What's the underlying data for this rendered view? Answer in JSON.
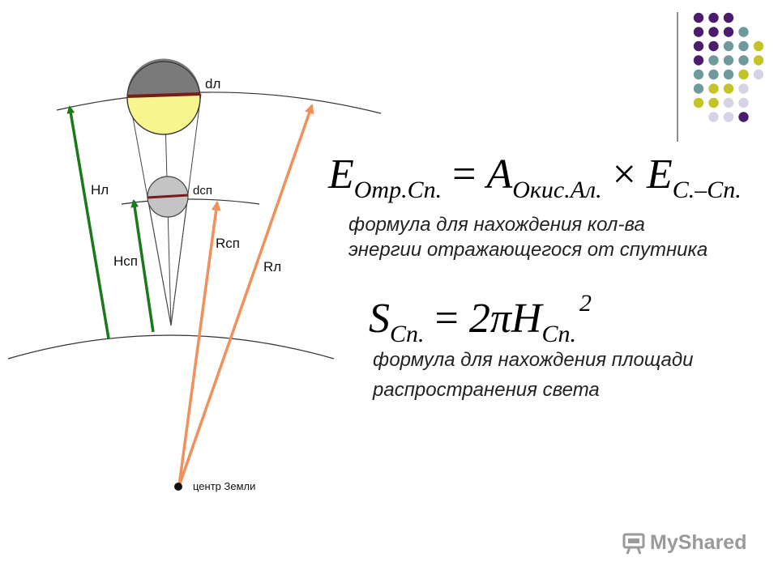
{
  "diagram": {
    "labels": {
      "d_l": "dл",
      "d_sp": "dсп",
      "h_l": "Hл",
      "h_sp": "Hсп",
      "r_sp": "Rсп",
      "r_l": "Rл",
      "earth_center": "центр Земли"
    },
    "colors": {
      "height_arrow": "#1a7a1a",
      "radius_arrow": "#f0905a",
      "large_circle_top": "#7a7a7a",
      "large_circle_bottom": "#f6f58e",
      "small_circle": "#c4c4c4",
      "diameter_line": "#7a1a1a"
    }
  },
  "formulas": {
    "energy": {
      "lhs": "E",
      "lhs_sub": "Отр.Сп.",
      "eq": "=",
      "a": "A",
      "a_sub": "Окис.Ал.",
      "times": "×",
      "e": "E",
      "e_sub": "С.–Сп."
    },
    "area": {
      "lhs": "S",
      "lhs_sub": "Сп.",
      "eq": "=",
      "rhs": "2πH",
      "rhs_sub": "Сп.",
      "exp": "2"
    }
  },
  "captions": {
    "energy_line1": "формула для нахождения кол-ва",
    "energy_line2": "энергии отражающегося от спутника",
    "area_line1": "формула для нахождения площади",
    "area_line2": "распространения света"
  },
  "logo": {
    "text": "MyShared"
  },
  "decor": {
    "dot_colors": {
      "purple": "#4b1c6b",
      "teal": "#6f9a9c",
      "olive": "#c2c42a",
      "lavender": "#d4d4e6"
    }
  }
}
